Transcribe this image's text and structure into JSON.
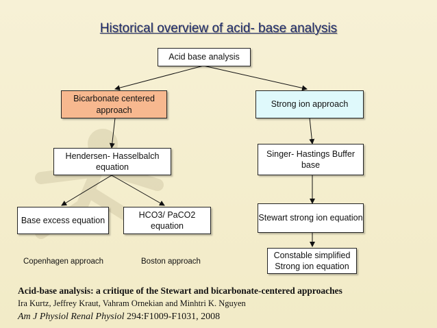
{
  "title": "Historical overview of acid- base analysis",
  "nodes": {
    "root": "Acid base analysis",
    "bicarbonate": "Bicarbonate centered approach",
    "strong_ion": "Strong ion approach",
    "henderson": "Hendersen- Hasselbalch equation",
    "singer": "Singer- Hastings Buffer base",
    "base_excess": "Base excess equation",
    "hco3": "HCO3/ PaCO2 equation",
    "stewart": "Stewart strong ion equation",
    "constable": "Constable simplified Strong ion equation"
  },
  "labels": {
    "copenhagen": "Copenhagen approach",
    "boston": "Boston approach"
  },
  "reference": {
    "title": "Acid-base analysis: a critique of the Stewart and bicarbonate-centered approaches",
    "authors": "Ira Kurtz, Jeffrey Kraut, Vahram Ornekian and Minhtri K. Nguyen",
    "journal": "Am J Physiol Renal Physiol",
    "citation": "294:F1009-F1031, 2008"
  },
  "colors": {
    "title": "#1f2b6b",
    "background": "#f5efcf",
    "bicarbonate_box": "#f7b88f",
    "strong_ion_box": "#dff9fb",
    "default_box": "#ffffff"
  }
}
